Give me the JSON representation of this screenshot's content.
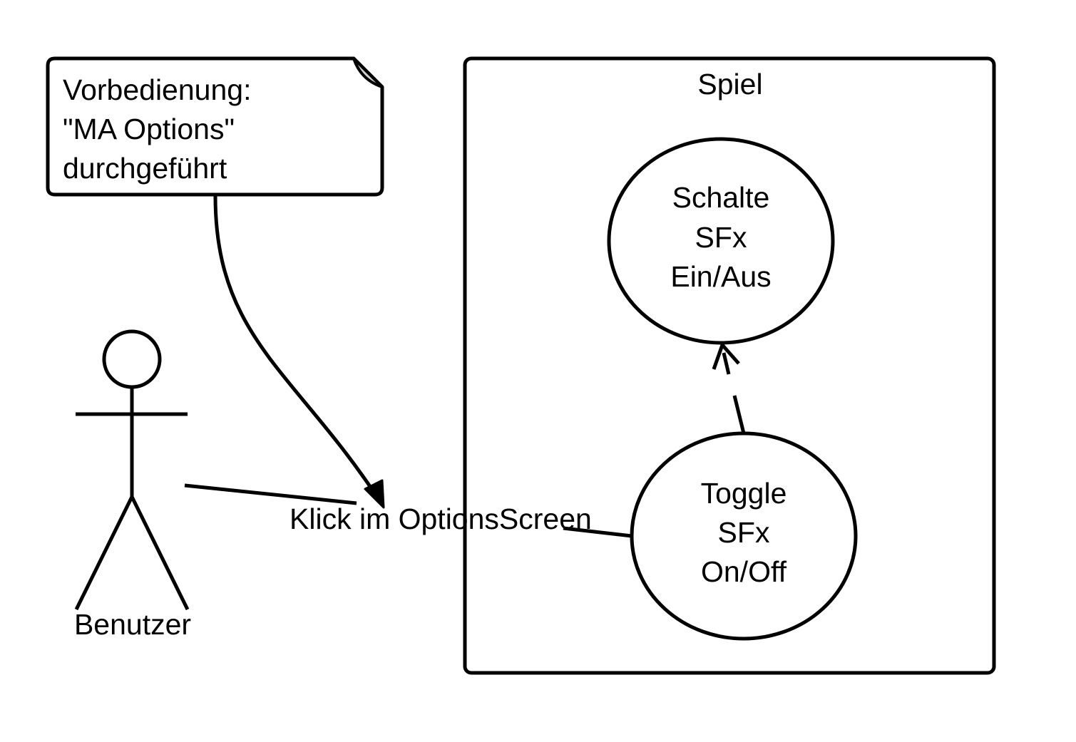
{
  "note": {
    "lines": [
      "Vorbedienung:",
      "\"MA Options\"",
      "durchgeführt"
    ]
  },
  "system": {
    "title": "Spiel"
  },
  "actor": {
    "name": "Benutzer"
  },
  "use_cases": {
    "schalte": {
      "lines": [
        "Schalte",
        "SFx",
        "Ein/Aus"
      ]
    },
    "toggle": {
      "lines": [
        "Toggle",
        "SFx",
        "On/Off"
      ]
    }
  },
  "association": {
    "label": "Klick im OptionsScreen"
  },
  "colors": {
    "stroke": "#000000",
    "background": "#ffffff",
    "note_fold": "#d0d0d0"
  }
}
